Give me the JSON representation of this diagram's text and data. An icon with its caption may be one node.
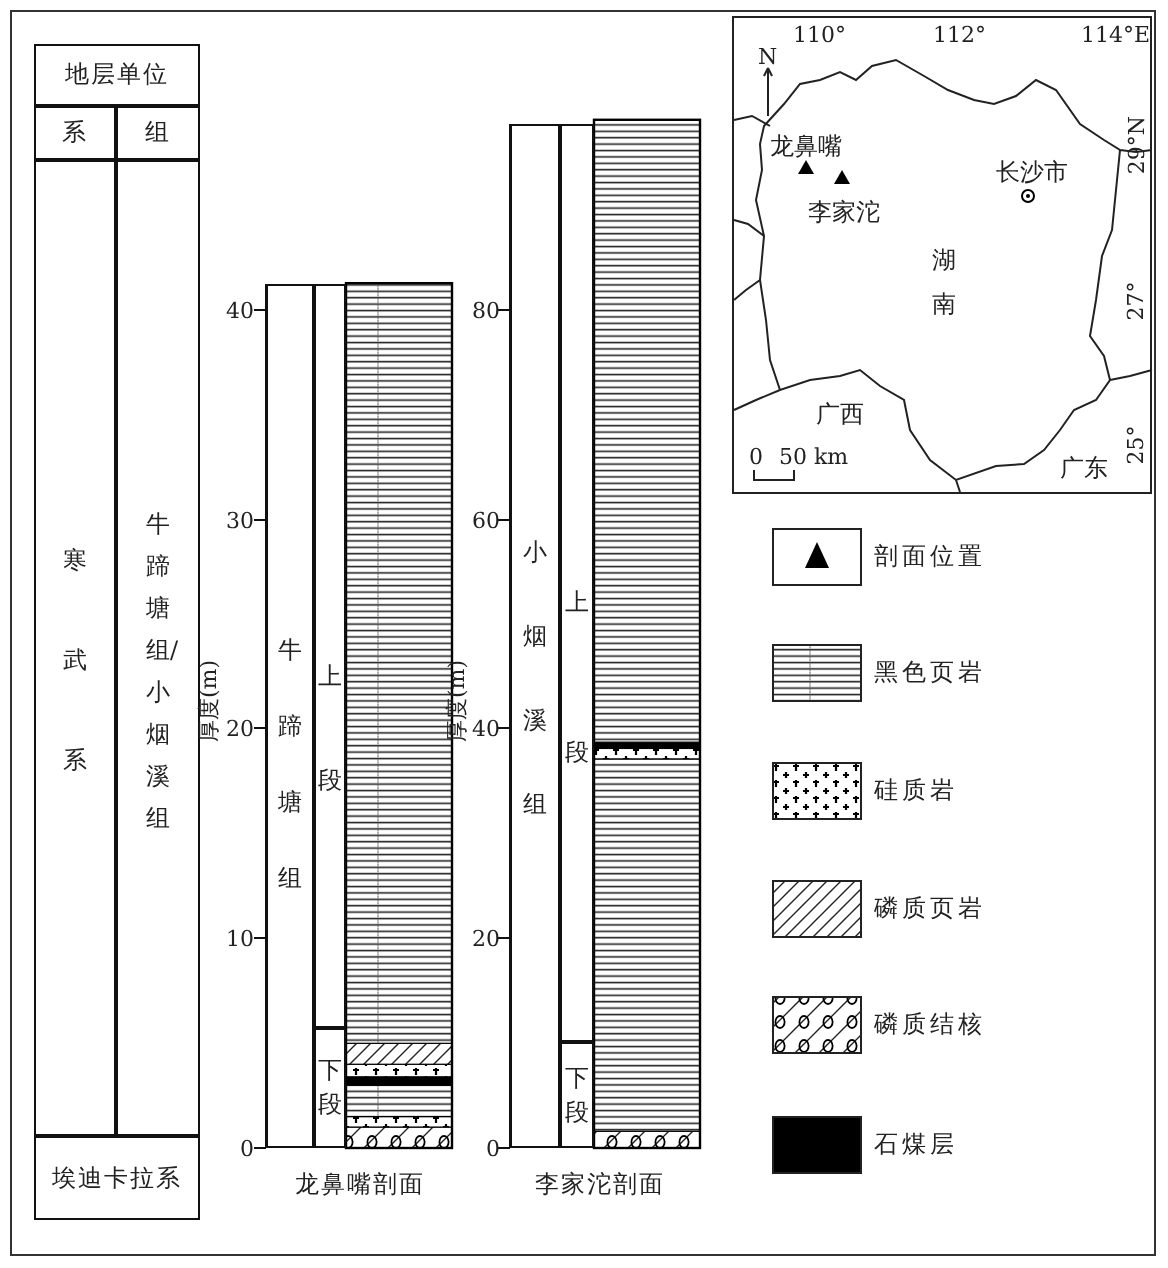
{
  "diagram": {
    "nodes": [
      {
        "text": [
          "地层单位"
        ]
      },
      {
        "text": [
          "系"
        ]
      },
      {
        "text": [
          "组"
        ]
      },
      {
        "text": [
          "寒武系"
        ]
      },
      {
        "text": [
          "牛蹄塘组/小烟溪组"
        ]
      },
      {
        "text": [
          "埃迪卡拉系"
        ]
      },
      {
        "text": [
          "牛蹄塘组"
        ]
      },
      {
        "text": [
          "上段"
        ]
      },
      {
        "text": [
          "下段"
        ]
      },
      {
        "text": [
          "小烟溪组"
        ]
      },
      {
        "text": [
          "上段"
        ]
      },
      {
        "text": [
          "下段"
        ]
      }
    ],
    "labels": [
      "厚度(m)",
      "40",
      "30",
      "20",
      "10",
      "0",
      "龙鼻嘴剖面",
      "厚度(m)",
      "80",
      "60",
      "40",
      "20",
      "0",
      "李家沱剖面",
      "110°",
      "112°",
      "114°E",
      "N",
      "29°N",
      "龙鼻嘴",
      "长沙市",
      "李家沱",
      "湖南",
      "27°",
      "广西",
      "0",
      "50 km",
      "广东",
      "25°"
    ],
    "legend": [
      {
        "text": "剖面位置"
      },
      {
        "text": "黑色页岩"
      },
      {
        "text": "硅质岩"
      },
      {
        "text": "磷质页岩"
      },
      {
        "text": "磷质结核"
      },
      {
        "text": "石煤层",
        "color": "#000000"
      }
    ]
  }
}
